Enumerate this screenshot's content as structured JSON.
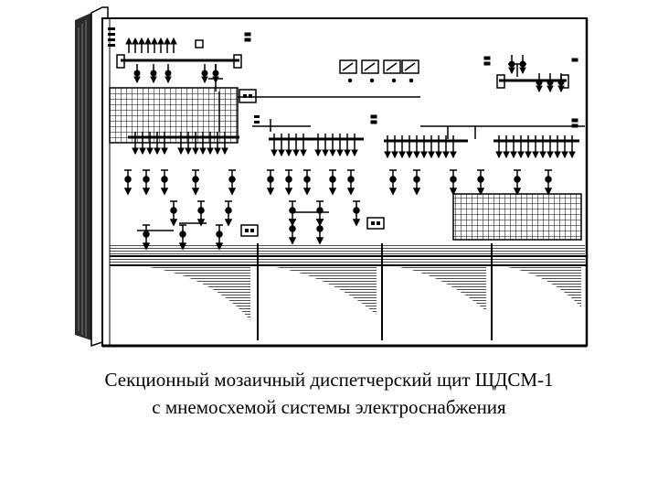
{
  "slide": {
    "illustration": "mosaic-dispatcher-panel-drawing",
    "caption_line1": "Секционный мозаичный диспетчерский щит ЩДСМ-1",
    "caption_line2": "с мнемосхемой системы электроснабжения"
  }
}
